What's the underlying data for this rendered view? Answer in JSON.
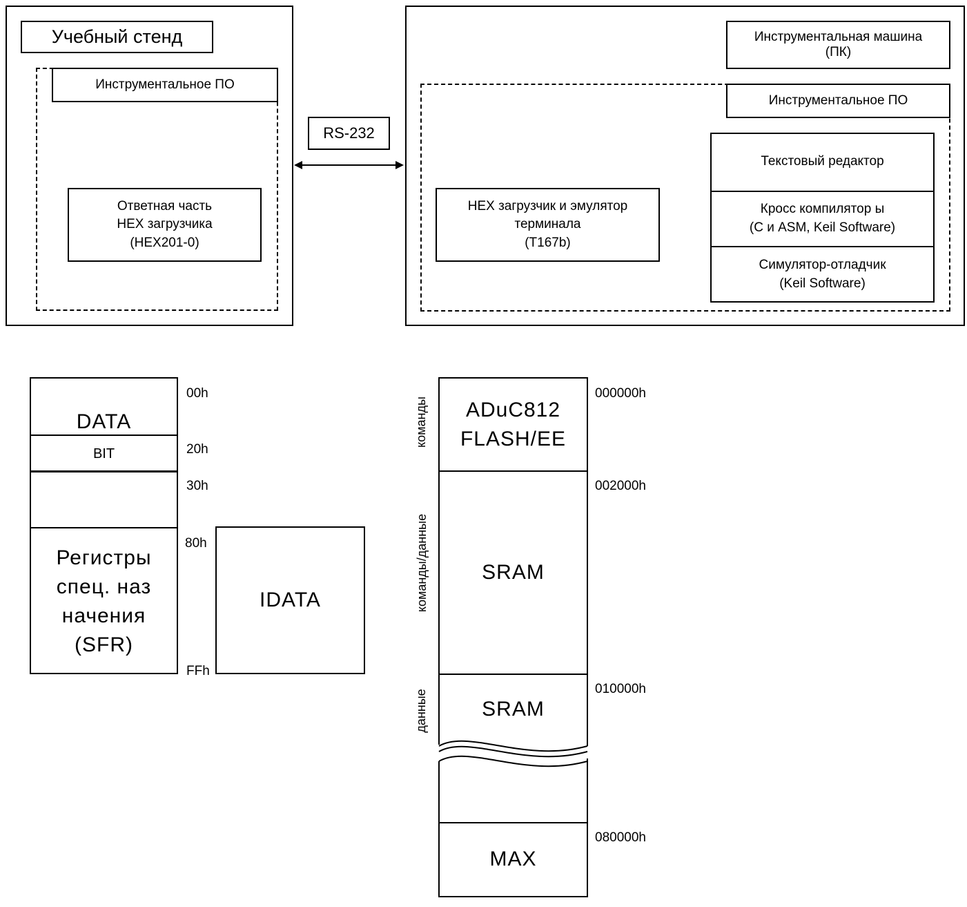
{
  "stand": {
    "title": "Учебный стенд",
    "software_label": "Инструментальное ПО",
    "responder": "Ответная часть\nHEX загрузчика\n(HEX201-0)"
  },
  "link": {
    "label": "RS-232"
  },
  "host": {
    "title": "Инструментальная машина\n(ПК)",
    "software_label": "Инструментальное ПО",
    "loader": "HEX загрузчик и эмулятор\nтерминала\n(T167b)",
    "tools": [
      "Текстовый редактор",
      "Кросс компилятор ы\n(C и ASM, Keil Software)",
      "Симулятор-отладчик\n(Keil Software)"
    ]
  },
  "internal_memory": {
    "blocks": [
      "DATA",
      "BIT",
      "",
      "Регистры\nспец. наз\nначения\n(SFR)"
    ],
    "idata": "IDATA",
    "addresses": [
      "00h",
      "20h",
      "30h",
      "80h",
      "FFh"
    ]
  },
  "external_memory": {
    "blocks": [
      "ADuC812\nFLASH/EE",
      "SRAM",
      "SRAM",
      "",
      "MAX"
    ],
    "addresses": [
      "000000h",
      "002000h",
      "010000h",
      "080000h"
    ],
    "side_labels": [
      "команды",
      "команды/данные",
      "данные"
    ]
  }
}
